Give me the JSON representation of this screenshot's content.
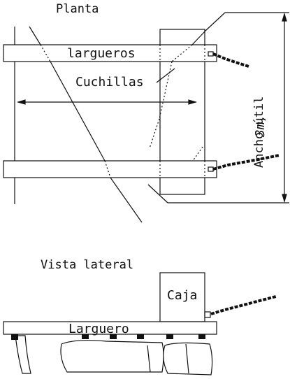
{
  "plan": {
    "title": "Planta",
    "rail_label": "largueros",
    "blades_label": "Cuchillas",
    "width_label": "Ancho útil",
    "width_value": "3m,"
  },
  "side": {
    "title": "Vista lateral",
    "box_label": "Caja",
    "rail_label": "Larguero"
  },
  "colors": {
    "ink": "#111111",
    "paper": "#ffffff"
  }
}
